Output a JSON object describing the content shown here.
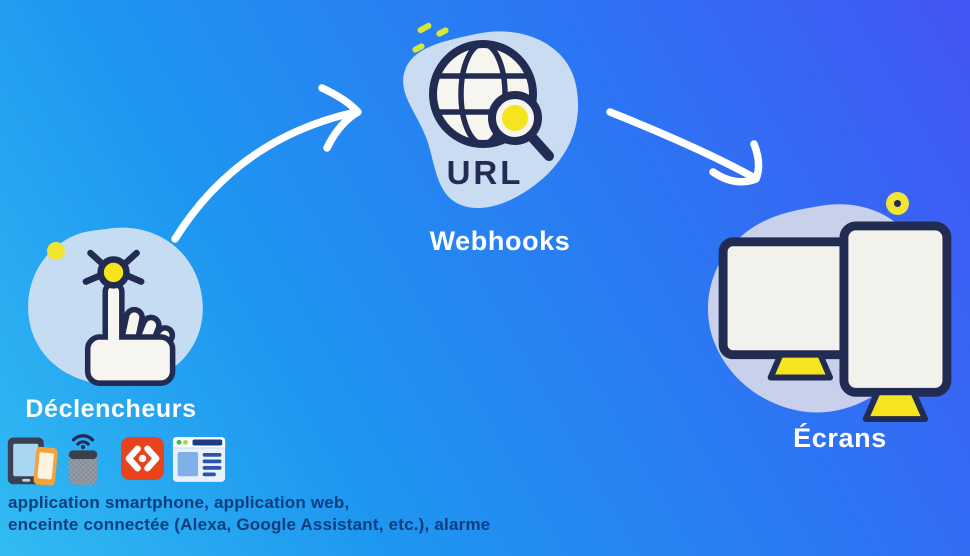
{
  "diagram": {
    "triggers": {
      "label": "Déclencheurs",
      "caption_lines": [
        "application smartphone, application web,",
        "enceinte connectée (Alexa, Google Assistant, etc.), alarme"
      ],
      "device_icons": [
        "tablet-and-smartphone",
        "connected-speaker",
        "webhook-code",
        "web-browser"
      ]
    },
    "webhooks": {
      "label": "Webhooks",
      "icon_text": "URL"
    },
    "screens": {
      "label": "Écrans"
    }
  },
  "colors": {
    "background_left": "#31bbf2",
    "background_right": "#4355f3",
    "blob_light_blue": "#c6dcf2",
    "blob_lavender": "#c8d0ec",
    "outline_navy": "#222b52",
    "accent_yellow": "#f5e41e",
    "sparkle_green_yellow": "#d9e63a",
    "caption_text": "#0b3e7f",
    "label_text": "#ffffff",
    "webhook_icon_red": "#e8421f",
    "phone_orange": "#f2a33c",
    "browser_blue": "#7fb1e8"
  }
}
